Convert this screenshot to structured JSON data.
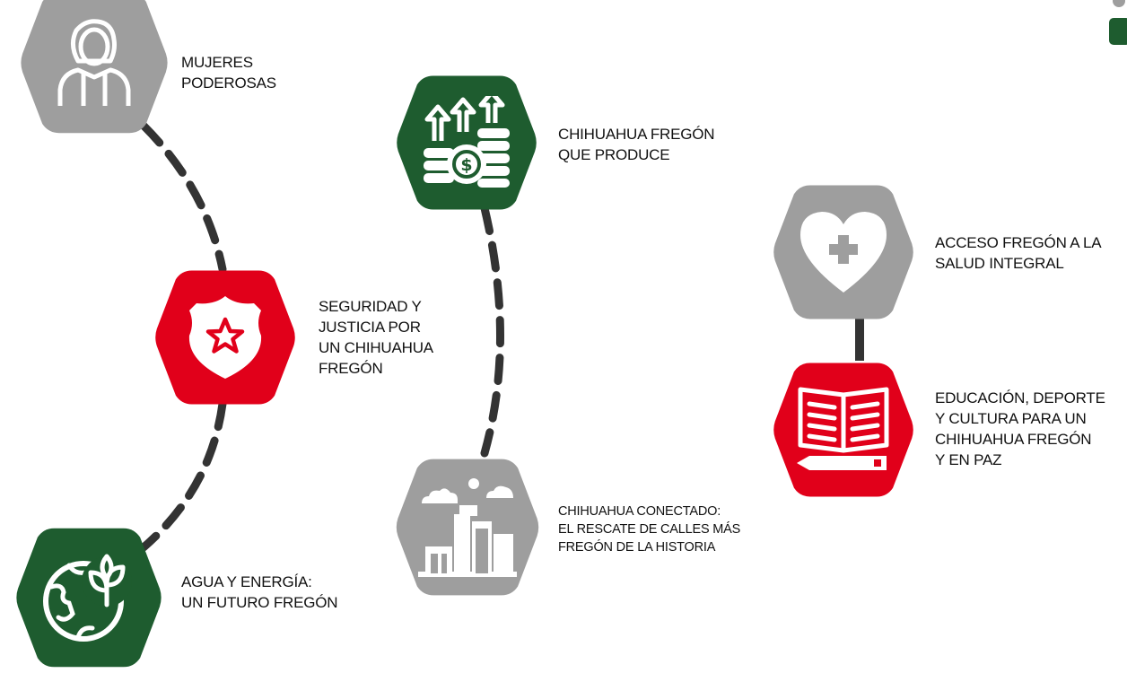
{
  "colors": {
    "green": "#1e5c2f",
    "red": "#e1001a",
    "gray": "#9e9e9e",
    "connector": "#333333"
  },
  "nodes": [
    {
      "id": "mujeres",
      "color": "gray",
      "icon": "woman-icon",
      "lines": [
        "MUJERES",
        "PODEROSAS"
      ]
    },
    {
      "id": "seguridad",
      "color": "red",
      "icon": "police-badge-star-icon",
      "lines": [
        "SEGURIDAD Y",
        "JUSTICIA POR",
        "UN CHIHUAHUA",
        "FREGÓN"
      ]
    },
    {
      "id": "agua",
      "color": "green",
      "icon": "earth-leaf-icon",
      "lines": [
        "AGUA Y ENERGÍA:",
        "UN FUTURO FREGÓN"
      ]
    },
    {
      "id": "produce",
      "color": "green",
      "icon": "coins-growth-icon",
      "lines": [
        "CHIHUAHUA FREGÓN",
        "QUE PRODUCE"
      ]
    },
    {
      "id": "conectado",
      "color": "gray",
      "icon": "city-skyline-icon",
      "lines": [
        "CHIHUAHUA CONECTADO:",
        "EL RESCATE DE CALLES MÁS",
        "FREGÓN DE LA HISTORIA"
      ]
    },
    {
      "id": "salud",
      "color": "gray",
      "icon": "heart-cross-icon",
      "lines": [
        "ACCESO FREGÓN A LA",
        "SALUD INTEGRAL"
      ]
    },
    {
      "id": "educacion",
      "color": "red",
      "icon": "book-pencil-icon",
      "lines": [
        "EDUCACIÓN, DEPORTE",
        "Y CULTURA PARA UN",
        "CHIHUAHUA FREGÓN",
        "Y EN PAZ"
      ]
    }
  ]
}
